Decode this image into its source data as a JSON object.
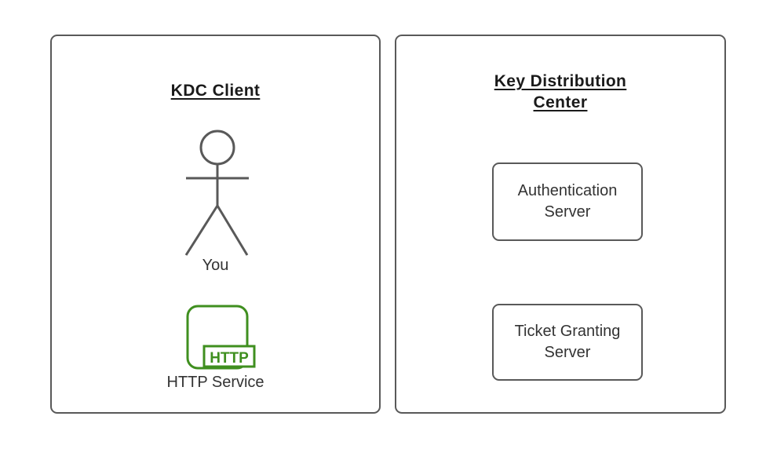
{
  "colors": {
    "stroke_gray": "#595959",
    "title_text": "#1a1a1a",
    "label_text": "#333333",
    "accent_green": "#3f8f1f",
    "background": "#ffffff"
  },
  "left_panel": {
    "title": "KDC Client",
    "actor_label": "You",
    "http_badge": "HTTP",
    "service_label": "HTTP Service"
  },
  "right_panel": {
    "title": "Key Distribution Center",
    "nodes": [
      {
        "label": "Authentication Server"
      },
      {
        "label": "Ticket Granting Server"
      }
    ]
  }
}
